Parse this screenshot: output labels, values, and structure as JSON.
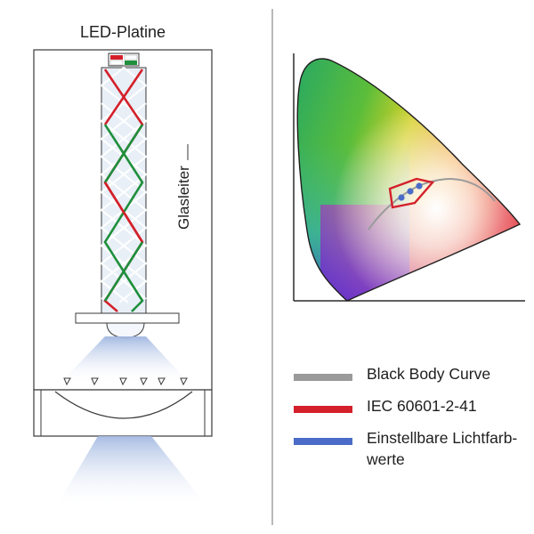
{
  "diagram": {
    "title": "LED-Platine",
    "glass_label": "Glasleiter",
    "colors": {
      "red": "#d4202a",
      "green": "#1f8f3c",
      "blue": "#4a6cc8",
      "grey": "#9a9a9a",
      "outline": "#3a3a3a"
    }
  },
  "legend": [
    {
      "label": "Black Body Curve",
      "color": "#9a9a9a"
    },
    {
      "label": "IEC 60601-2-41",
      "color": "#d4202a"
    },
    {
      "label": "Einstellbare Lichtfarb-werte",
      "color": "#4a6cc8"
    }
  ]
}
